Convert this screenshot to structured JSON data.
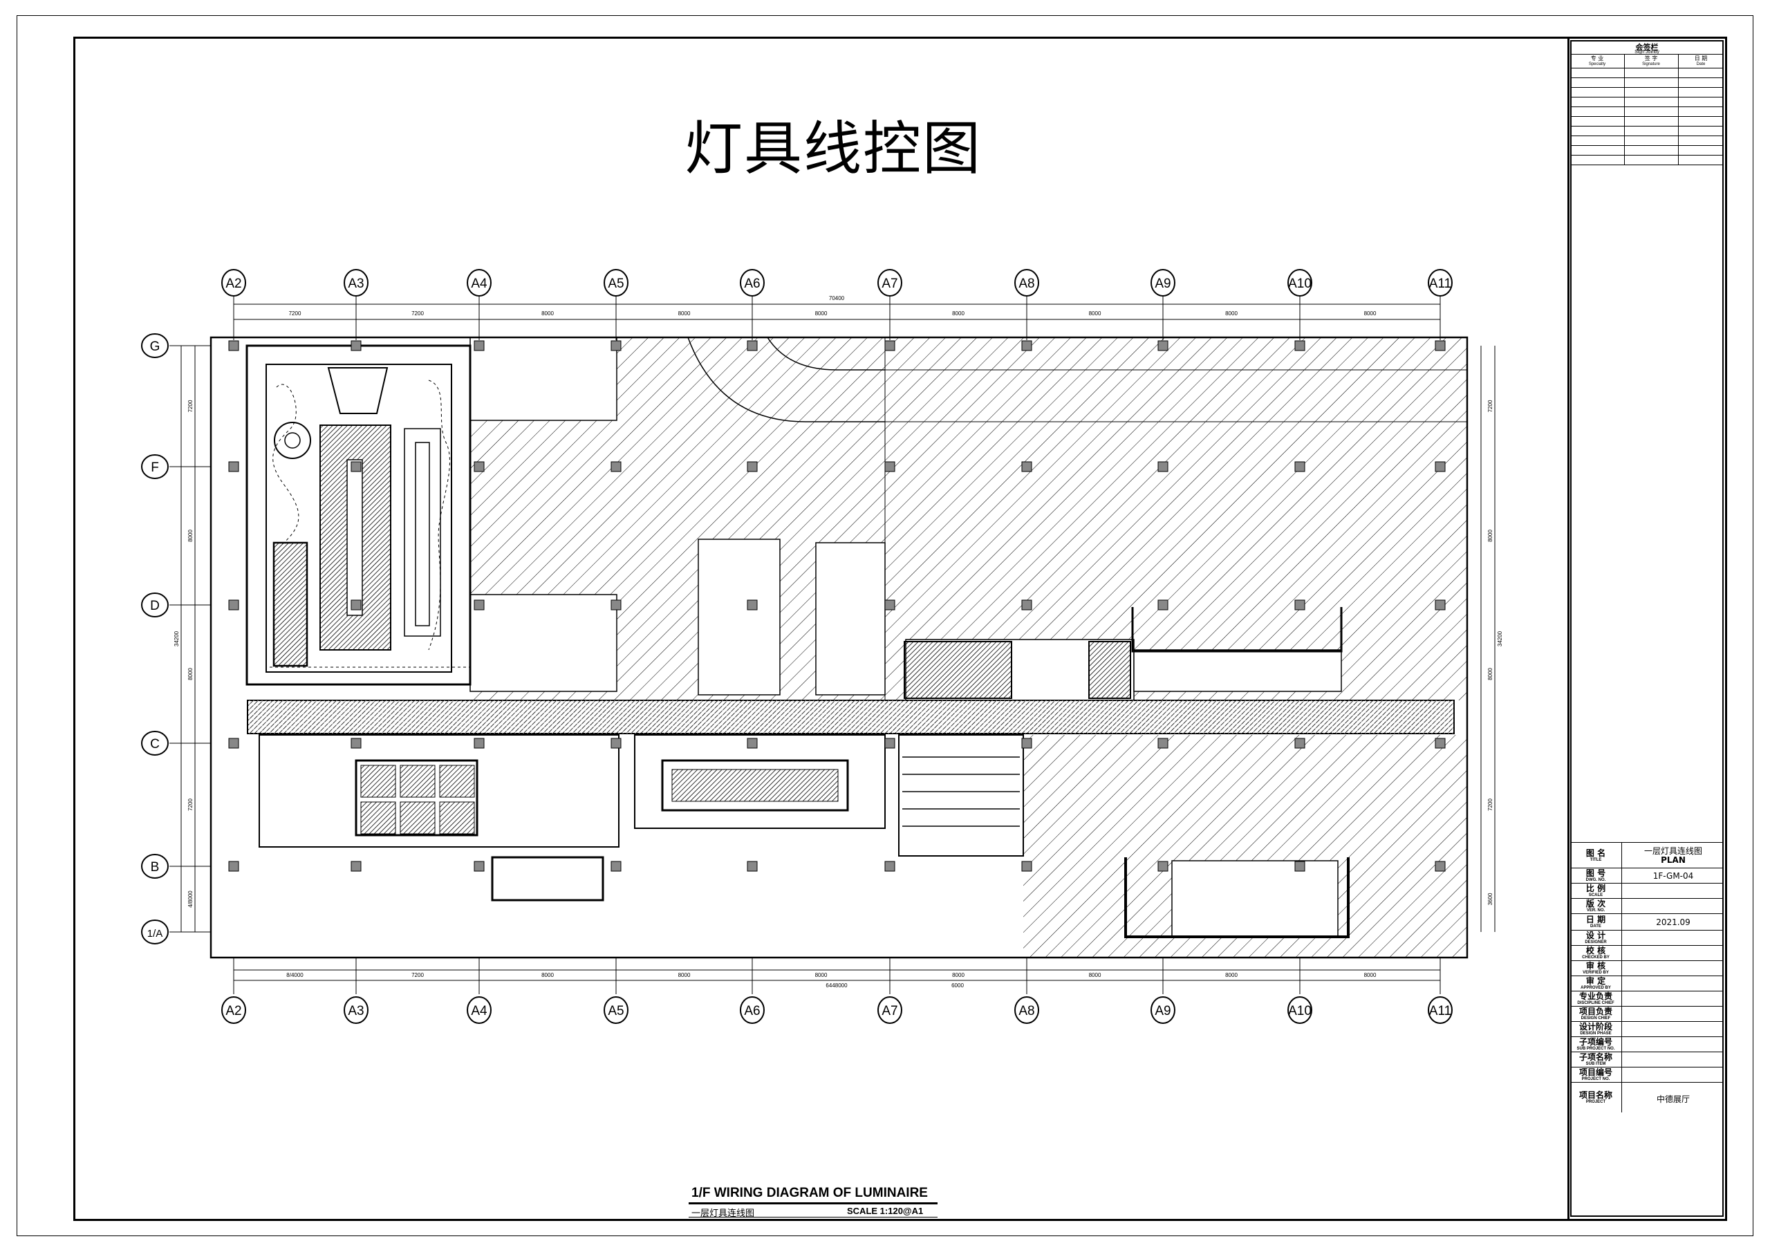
{
  "drawing": {
    "main_title": "灯具线控图",
    "caption_en": "1/F WIRING DIAGRAM OF LUMINAIRE",
    "caption_zh": "一层灯具连线图",
    "caption_scale": "SCALE 1:120@A1"
  },
  "grid": {
    "columns": [
      "A2",
      "A3",
      "A4",
      "A5",
      "A6",
      "A7",
      "A8",
      "A9",
      "A10",
      "A11"
    ],
    "rows": [
      "G",
      "F",
      "D",
      "C",
      "B",
      "1/A"
    ],
    "top_dims": [
      "7200",
      "7200",
      "8000",
      "8000",
      "8000",
      "8000",
      "8000",
      "8000",
      "8000"
    ],
    "top_overall": "70400",
    "bottom_dims": [
      "8/4000",
      "7200",
      "8000",
      "8000",
      "8000",
      "8000",
      "8000",
      "8000",
      "8000"
    ],
    "bottom_overall": "6448000",
    "bottom_extra": "6000",
    "left_dims": [
      "7200",
      "8000",
      "8000",
      "7200",
      "4/8000"
    ],
    "left_overall": "34200",
    "right_dims": [
      "7200",
      "8000",
      "8000",
      "7200",
      "3600"
    ],
    "right_overall": "34200"
  },
  "title_block": {
    "sign_title": "会签栏",
    "sign_title_en": "Sign Jointly",
    "headers": [
      {
        "zh": "专 业",
        "en": "Specialty"
      },
      {
        "zh": "签 字",
        "en": "Signature"
      },
      {
        "zh": "日 期",
        "en": "Date"
      }
    ],
    "fields": [
      {
        "zh": "图 名",
        "en": "TITLE",
        "value": "一层灯具连线图",
        "value2": "PLAN"
      },
      {
        "zh": "图 号",
        "en": "DWG. NO.",
        "value": "1F-GM-04"
      },
      {
        "zh": "比 例",
        "en": "SCALE",
        "value": ""
      },
      {
        "zh": "版 次",
        "en": "VER. NO.",
        "value": ""
      },
      {
        "zh": "日 期",
        "en": "DATE",
        "value": "2021.09"
      },
      {
        "zh": "设 计",
        "en": "DESIGNER",
        "value": ""
      },
      {
        "zh": "校 核",
        "en": "CHECKED BY",
        "value": ""
      },
      {
        "zh": "审 核",
        "en": "VERIFIED BY",
        "value": ""
      },
      {
        "zh": "审 定",
        "en": "APPROVED BY",
        "value": ""
      },
      {
        "zh": "专业负责",
        "en": "DISCIPLINE CHIEF",
        "value": ""
      },
      {
        "zh": "项目负责",
        "en": "DESIGN CHIEF",
        "value": ""
      },
      {
        "zh": "设计阶段",
        "en": "DESIGN PHASE",
        "value": ""
      },
      {
        "zh": "子项编号",
        "en": "SUB PROJECT NO.",
        "value": ""
      },
      {
        "zh": "子项名称",
        "en": "SUB ITEM",
        "value": ""
      },
      {
        "zh": "项目编号",
        "en": "PROJECT NO.",
        "value": ""
      },
      {
        "zh": "项目名称",
        "en": "PROJECT",
        "value": "中德展厅"
      }
    ]
  }
}
